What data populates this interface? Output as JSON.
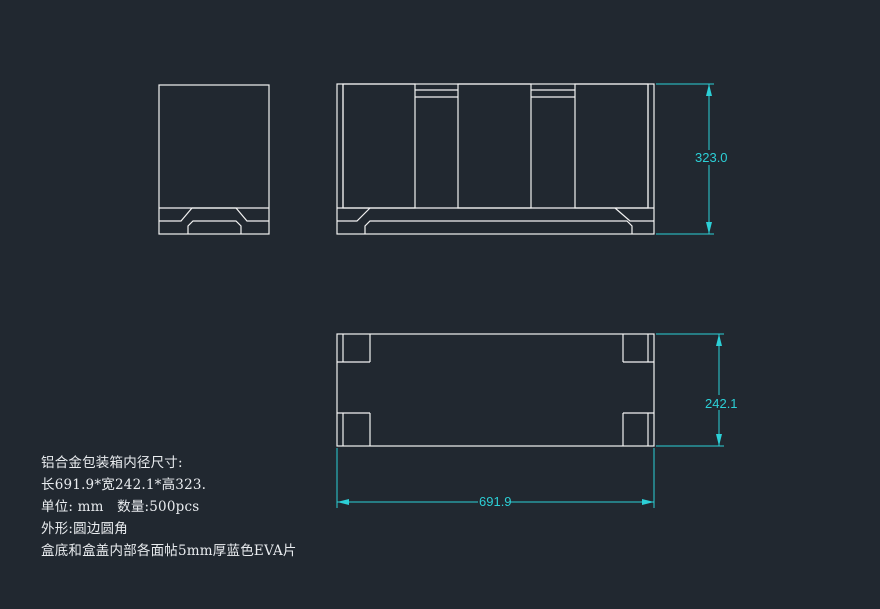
{
  "dimensions": {
    "height": "323.0",
    "width": "242.1",
    "length": "691.9"
  },
  "notes": {
    "line1": "铝合金包装箱内径尺寸:",
    "line2": "长691.9*宽242.1*高323.",
    "line3": "单位: mm   数量:500pcs",
    "line4": "外形:圆边圆角",
    "line5": "盒底和盒盖内部各面帖5mm厚蓝色EVA片"
  },
  "colors": {
    "background": "#212830",
    "outline": "#f2f2f2",
    "dimension": "#2ccfd6"
  }
}
